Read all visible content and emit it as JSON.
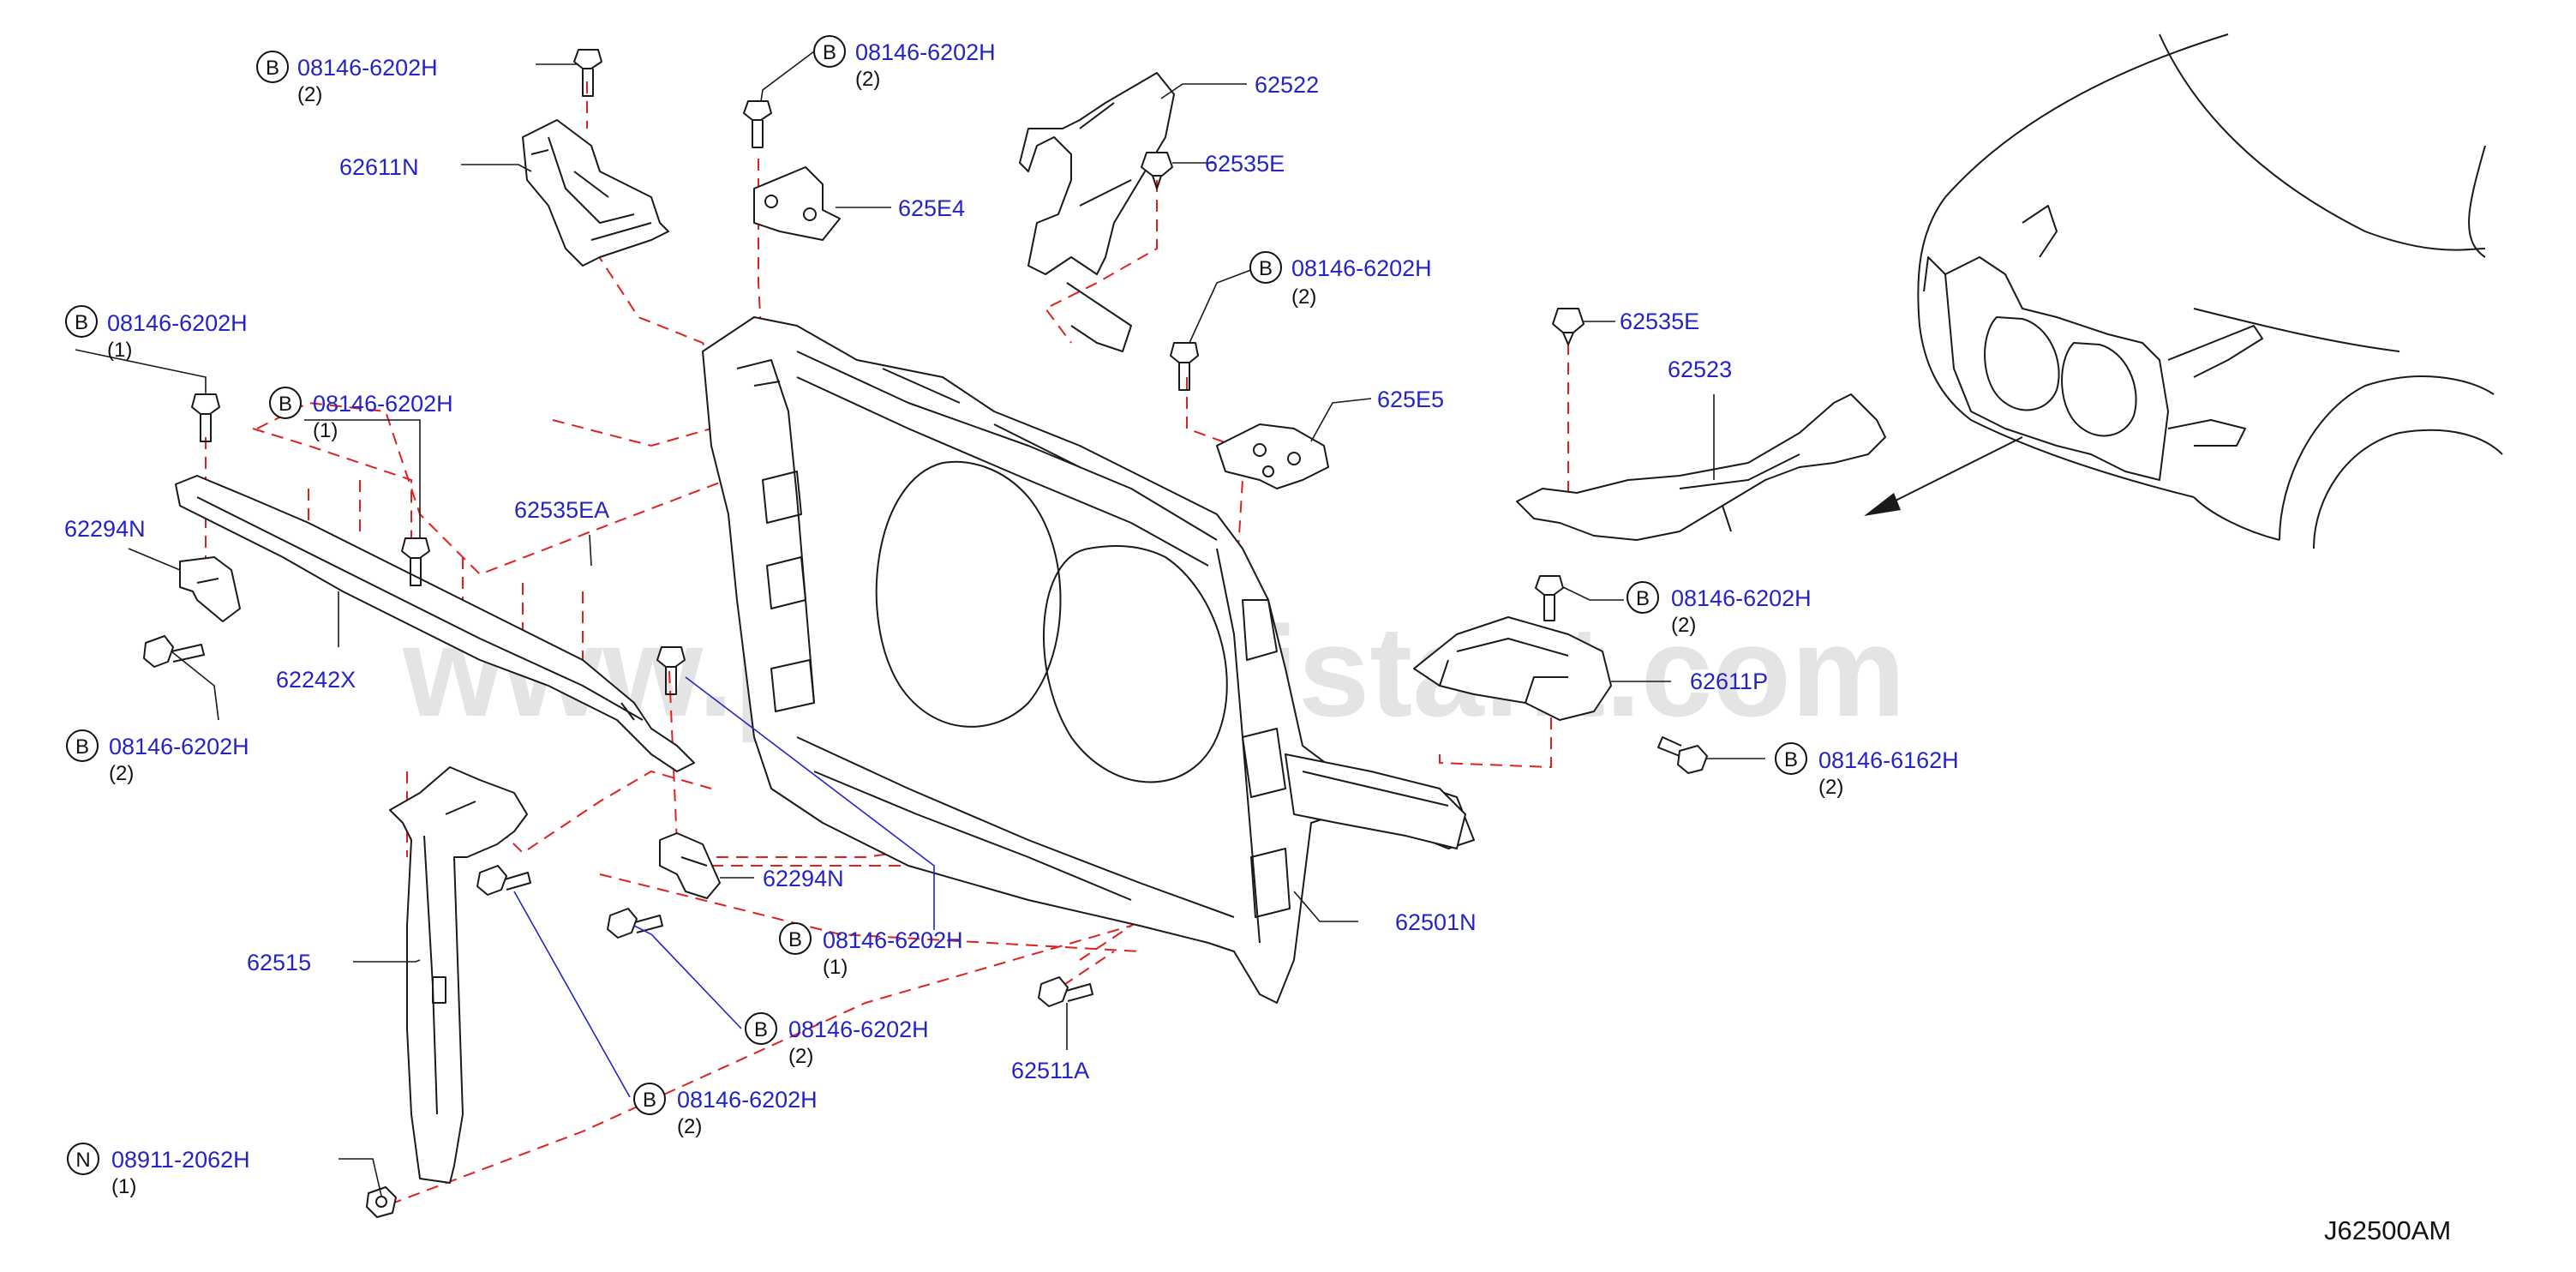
{
  "watermark": "www.partsassistant.com",
  "drawing_code": "J62500AM",
  "labels": [
    {
      "id": "bolt-top-left",
      "marker": "B",
      "part": "08146-6202H",
      "qty": "(2)"
    },
    {
      "id": "bolt-top-center",
      "marker": "B",
      "part": "08146-6202H",
      "qty": "(2)"
    },
    {
      "id": "bolt-left-upper",
      "marker": "B",
      "part": "08146-6202H",
      "qty": "(1)"
    },
    {
      "id": "bolt-left-middle",
      "marker": "B",
      "part": "08146-6202H",
      "qty": "(1)"
    },
    {
      "id": "bolt-left-lower",
      "marker": "B",
      "part": "08146-6202H",
      "qty": "(2)"
    },
    {
      "id": "bolt-right-upper",
      "marker": "B",
      "part": "08146-6202H",
      "qty": "(2)"
    },
    {
      "id": "bolt-right-mid",
      "marker": "B",
      "part": "08146-6202H",
      "qty": "(2)"
    },
    {
      "id": "bolt-right-lower",
      "marker": "B",
      "part": "08146-6162H",
      "qty": "(2)"
    },
    {
      "id": "bolt-center-low",
      "marker": "B",
      "part": "08146-6202H",
      "qty": "(1)"
    },
    {
      "id": "bolt-center-lower2",
      "marker": "B",
      "part": "08146-6202H",
      "qty": "(2)"
    },
    {
      "id": "bolt-bottom",
      "marker": "B",
      "part": "08146-6202H",
      "qty": "(2)"
    },
    {
      "id": "nut-bottom",
      "marker": "N",
      "part": "08911-2062H",
      "qty": "(1)"
    }
  ],
  "parts": {
    "p62611N": "62611N",
    "p625E4": "625E4",
    "p62522": "62522",
    "p62535E_top": "62535E",
    "p625E5": "625E5",
    "p62535E_right": "62535E",
    "p62523": "62523",
    "p62294N_left": "62294N",
    "p62535EA": "62535EA",
    "p62242X": "62242X",
    "p62611P": "62611P",
    "p62294N_center": "62294N",
    "p62501N": "62501N",
    "p62515": "62515",
    "p62511A": "62511A"
  }
}
